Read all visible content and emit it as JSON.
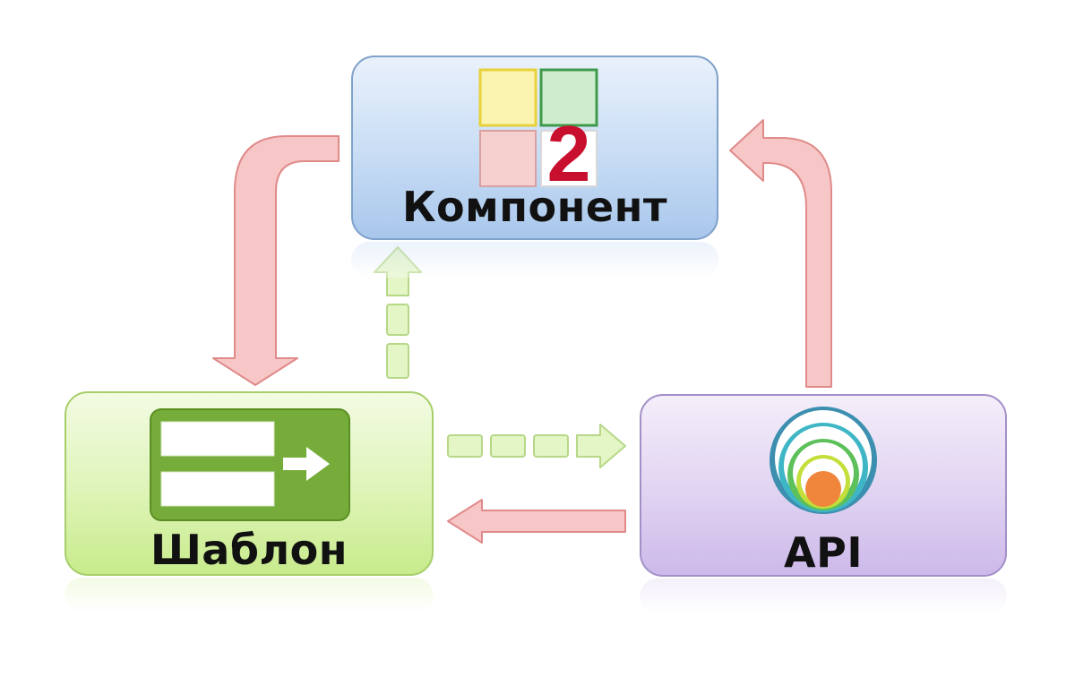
{
  "nodes": {
    "component": {
      "label": "Компонент",
      "badge": "2"
    },
    "template": {
      "label": "Шаблон"
    },
    "api": {
      "label": "API"
    }
  },
  "colors": {
    "solid_arrow_fill": "#f7c6c6",
    "solid_arrow_stroke": "#e08a8a",
    "dashed_arrow_fill": "#e4f5c6",
    "dashed_arrow_stroke": "#b6d887",
    "component_bg": "#c7dcf4",
    "template_bg": "#def4b7",
    "api_bg": "#e0d3f1",
    "badge_red": "#c8102e"
  },
  "icons": {
    "component": "four-square-grid-icon",
    "template": "form-arrow-icon",
    "api": "concentric-circles-icon"
  }
}
